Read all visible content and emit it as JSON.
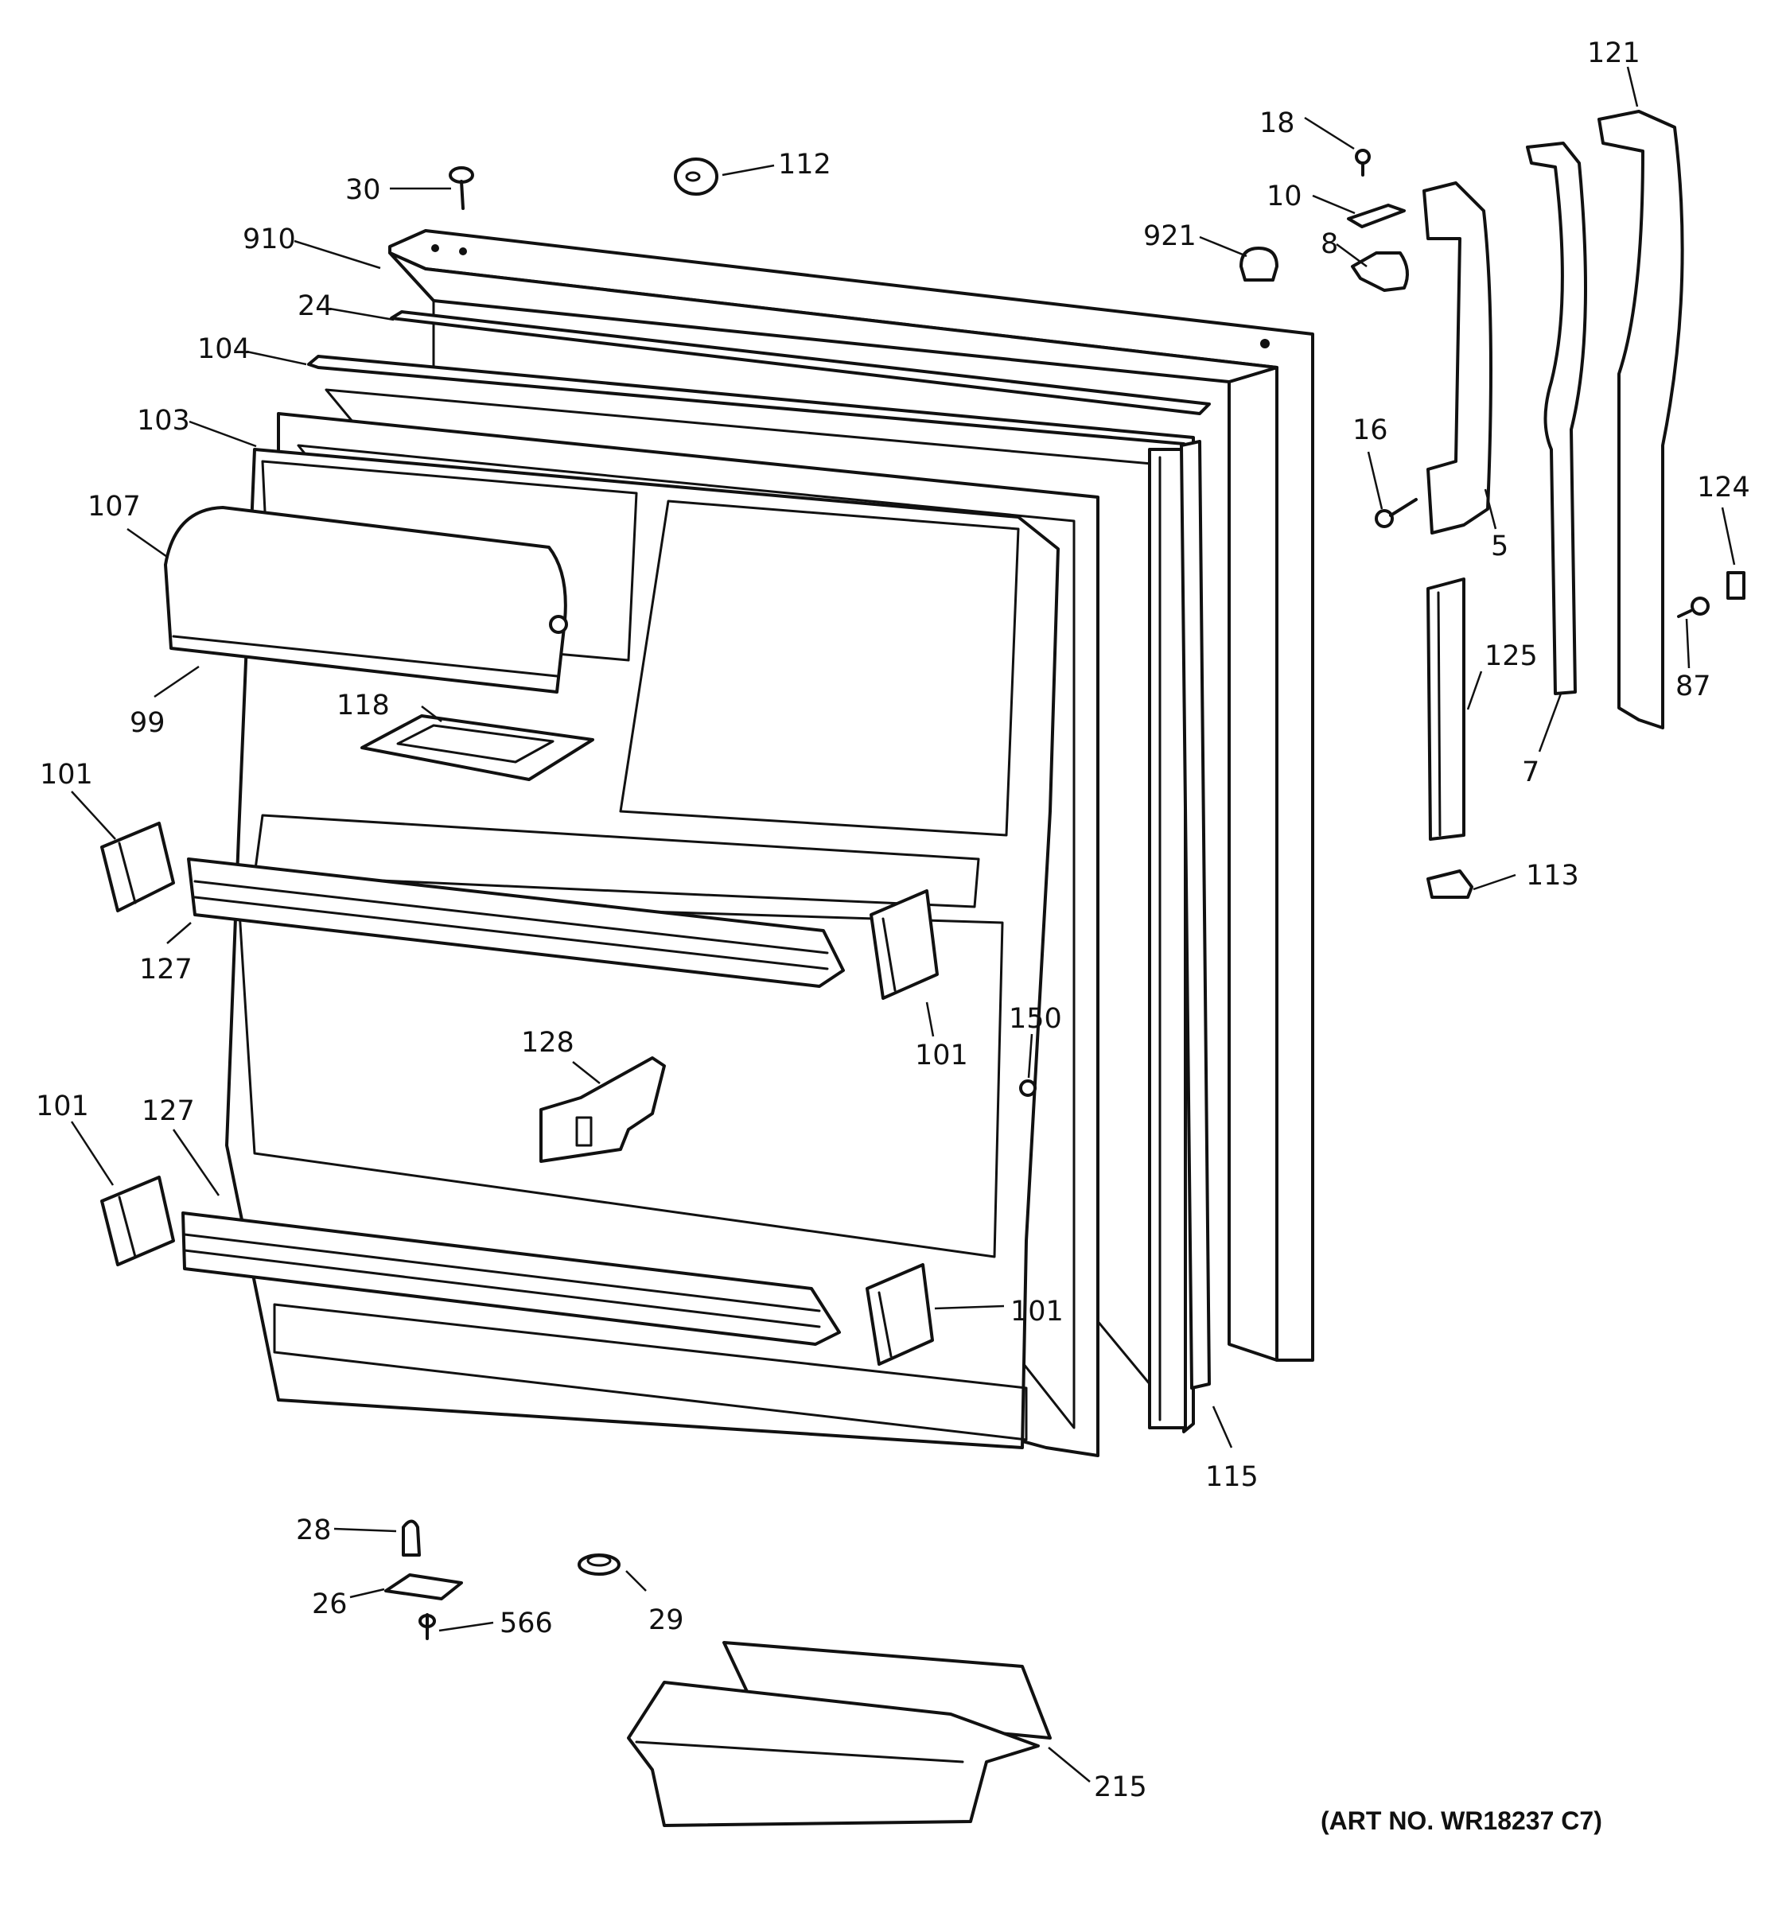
{
  "labels": {
    "l121": "121",
    "l18": "18",
    "l30": "30",
    "l112": "112",
    "l10": "10",
    "l910": "910",
    "l921": "921",
    "l8": "8",
    "l24": "24",
    "l104": "104",
    "l103": "103",
    "l16": "16",
    "l124": "124",
    "l107": "107",
    "l5": "5",
    "l125": "125",
    "l87": "87",
    "l99": "99",
    "l118": "118",
    "l7": "7",
    "l101a": "101",
    "l113": "113",
    "l127a": "127",
    "l150": "150",
    "l128": "128",
    "l101b": "101",
    "l101c": "101",
    "l127b": "127",
    "l101d": "101",
    "l115": "115",
    "l28": "28",
    "l26": "26",
    "l29": "29",
    "l566": "566",
    "l215": "215"
  },
  "art_number": "(ART NO. WR18237 C7)"
}
